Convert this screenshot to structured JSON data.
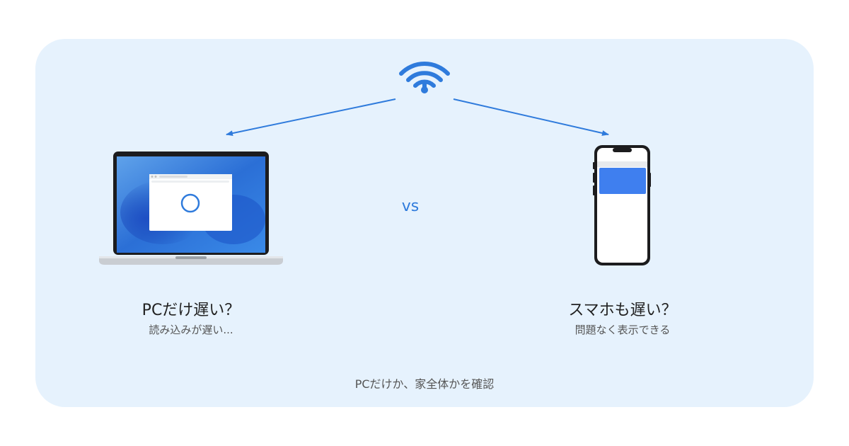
{
  "center": {
    "vs": "vs"
  },
  "left": {
    "title": "PCだけ遅い？",
    "subtitle": "読み込みが遅い..."
  },
  "right": {
    "title": "スマホも遅い？",
    "subtitle": "問題なく表示できる"
  },
  "footer": {
    "text": "PCだけか、家全体かを確認"
  },
  "colors": {
    "background": "#e6f2fd",
    "accent": "#2f7bdc",
    "phone_screen_block": "#3f7fef"
  },
  "icons": {
    "router": "wifi-icon",
    "loading": "loading-spinner-icon"
  }
}
